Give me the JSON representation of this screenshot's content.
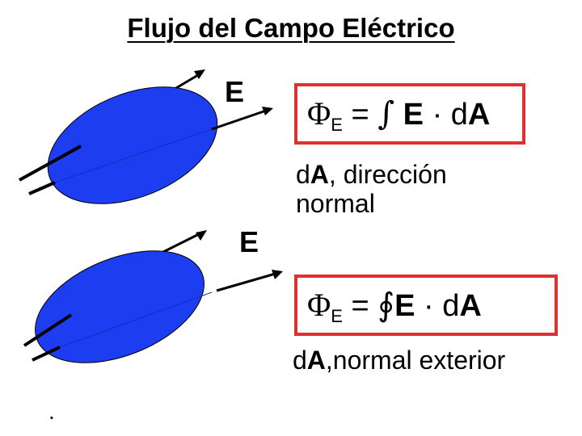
{
  "title": "Flujo del Campo Eléctrico",
  "field_label_top": "E",
  "field_label_bottom": "E",
  "formula_open": {
    "phi": "Φ",
    "sub": "E",
    "eq": " = ",
    "op": "∫",
    "vec_e": "E",
    "dot": " · d",
    "vec_a": "A"
  },
  "desc_open": {
    "prefix": "d",
    "vec": "A",
    "line1_rest": ", dirección",
    "line2": "normal"
  },
  "formula_closed": {
    "phi": "Φ",
    "sub": "E",
    "eq": " = ",
    "op": "∮",
    "vec_e": "E",
    "dot": " · d",
    "vec_a": "A"
  },
  "desc_closed": {
    "prefix": "d",
    "vec": "A",
    "rest": ",normal exterior"
  },
  "footnote_dot": ".",
  "colors": {
    "surface": "#1c3df0",
    "box_border": "#e03030",
    "line": "#000000"
  }
}
